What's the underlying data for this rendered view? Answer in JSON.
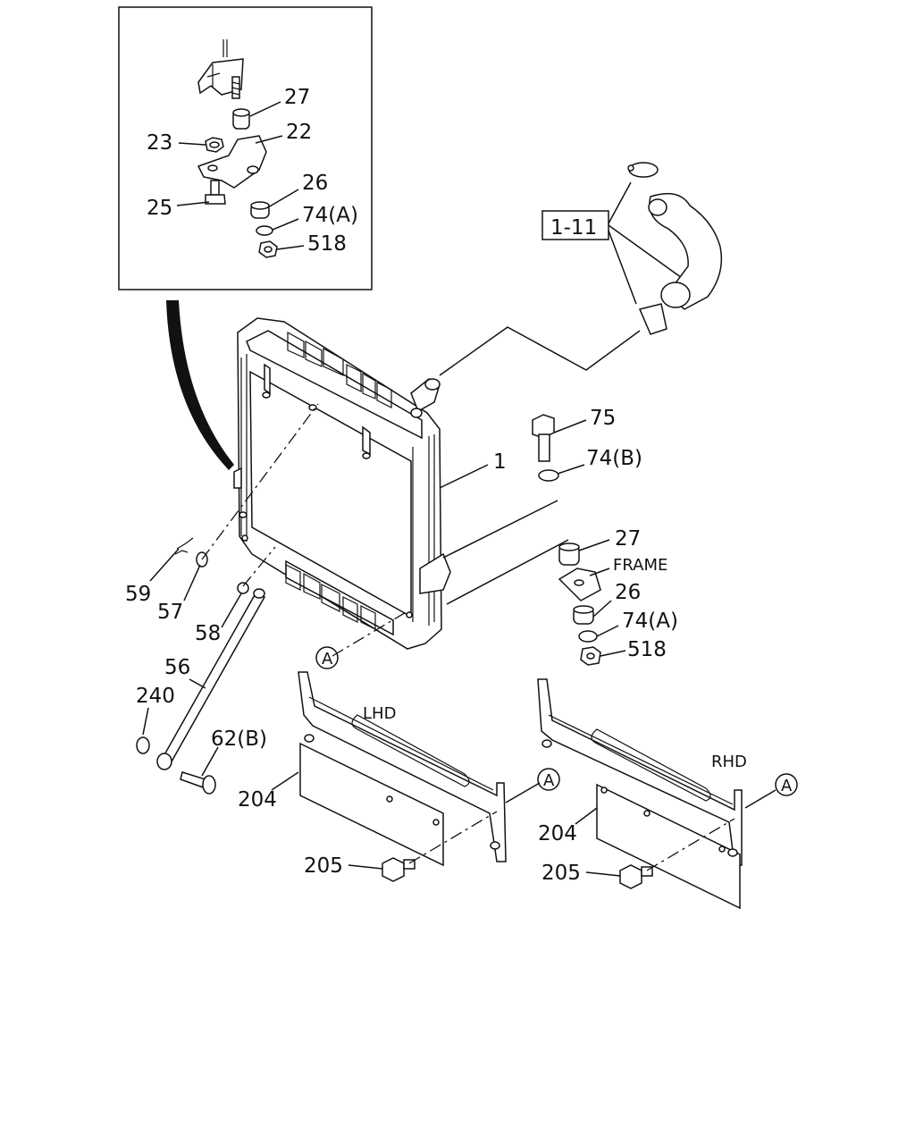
{
  "labels": {
    "p27_top": "27",
    "p22": "22",
    "p23": "23",
    "p26_top": "26",
    "p25": "25",
    "p74a_top": "74(A)",
    "p518_top": "518",
    "ref_1_11": "1-11",
    "p75": "75",
    "p74b": "74(B)",
    "p1": "1",
    "p27": "27",
    "frame": "FRAME",
    "p26": "26",
    "p74a": "74(A)",
    "p518": "518",
    "p59": "59",
    "p57": "57",
    "p58": "58",
    "p56": "56",
    "p240": "240",
    "p62b": "62(B)",
    "p204_l": "204",
    "p205_l": "205",
    "lhd": "LHD",
    "rhd": "RHD",
    "p204_r": "204",
    "p205_r": "205",
    "ref_a1": "A",
    "ref_a2": "A",
    "ref_a3": "A"
  }
}
